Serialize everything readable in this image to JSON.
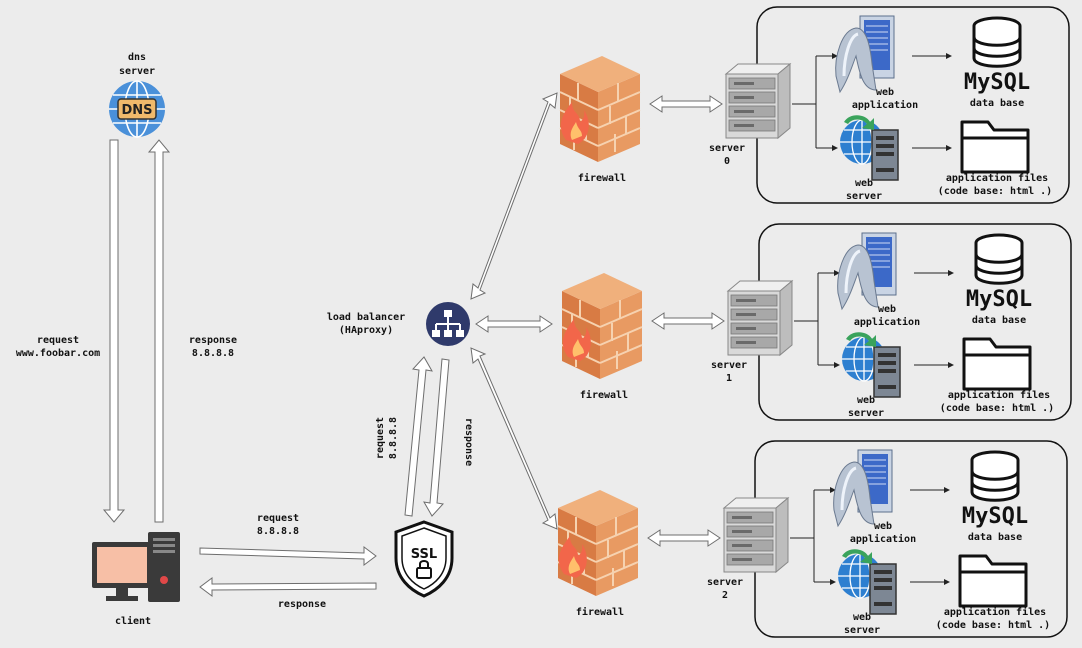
{
  "dns": {
    "line1": "dns",
    "line2": "server",
    "icon_text": "DNS"
  },
  "client": {
    "label": "client"
  },
  "client_dns": {
    "request_line1": "request",
    "request_line2": "www.foobar.com",
    "response_line1": "response",
    "response_line2": "8.8.8.8"
  },
  "client_ssl": {
    "request_line1": "request",
    "request_line2": "8.8.8.8",
    "response": "response"
  },
  "ssl": {
    "icon_text": "SSL"
  },
  "ssl_lb": {
    "request_line1": "request",
    "request_line2": "8.8.8.8",
    "response": "response"
  },
  "load_balancer": {
    "line1": "load balancer",
    "line2": "(HAproxy)"
  },
  "clusters": [
    {
      "firewall": "firewall",
      "server_line1": "server",
      "server_line2": "0",
      "web_app_line1": "web",
      "web_app_line2": "application",
      "database_logo": "MySQL",
      "database_label": "data base",
      "web_server_line1": "web",
      "web_server_line2": "server",
      "files_line1": "application files",
      "files_line2": "(code base: html .)"
    },
    {
      "firewall": "firewall",
      "server_line1": "server",
      "server_line2": "1",
      "web_app_line1": "web",
      "web_app_line2": "application",
      "database_logo": "MySQL",
      "database_label": "data base",
      "web_server_line1": "web",
      "web_server_line2": "server",
      "files_line1": "application files",
      "files_line2": "(code base: html .)"
    },
    {
      "firewall": "firewall",
      "server_line1": "server",
      "server_line2": "2",
      "web_app_line1": "web",
      "web_app_line2": "application",
      "database_logo": "MySQL",
      "database_label": "data base",
      "web_server_line1": "web",
      "web_server_line2": "server",
      "files_line1": "application files",
      "files_line2": "(code base: html .)"
    }
  ],
  "colors": {
    "background": "#ececec",
    "dns_globe": "#4a90d9",
    "dns_badge": "#f0b96b",
    "load_balancer": "#2f3a6b",
    "brick": "#e0955a",
    "mortar": "#f3c9a2",
    "flame": "#f2664a",
    "server_body": "#d8d8d8",
    "database": "#111111",
    "globe_web": "#2d7fd0",
    "arrow_green": "#3aa35c"
  }
}
